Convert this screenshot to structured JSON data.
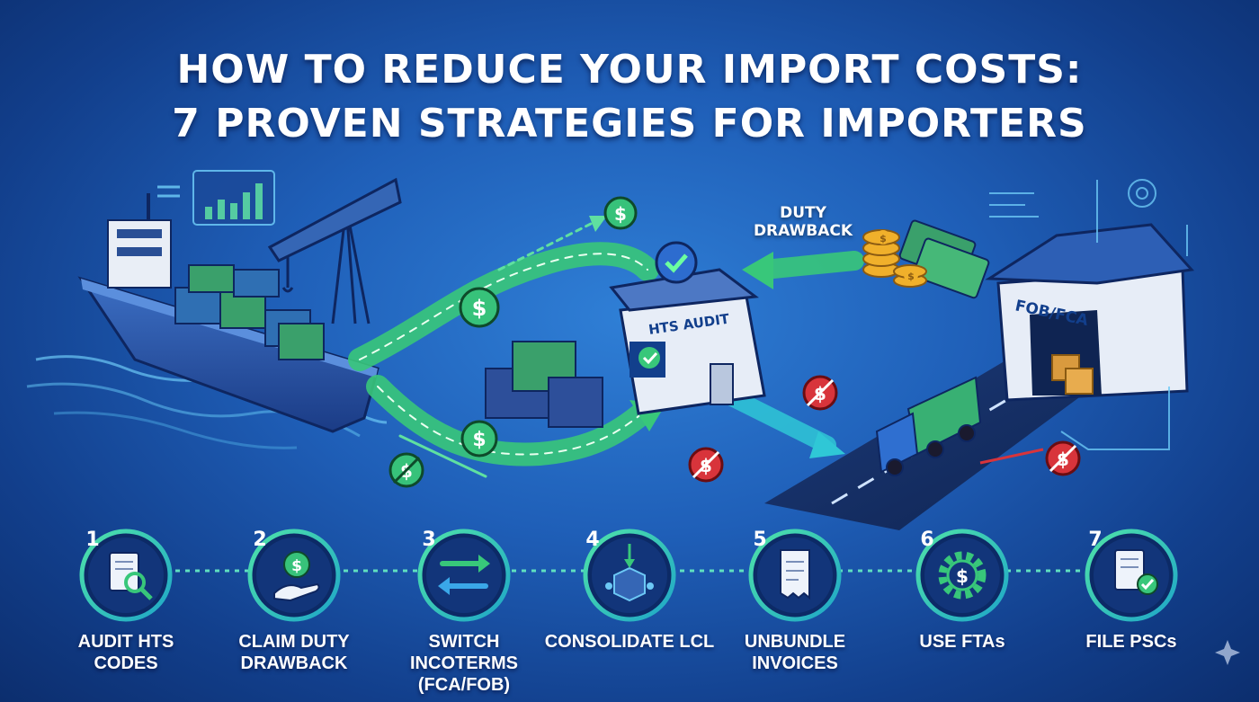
{
  "title": {
    "line1": "HOW TO REDUCE YOUR IMPORT COSTS:",
    "line2": "7 PROVEN STRATEGIES FOR IMPORTERS"
  },
  "illustration": {
    "hts_sign": "HTS AUDIT",
    "warehouse_sign": "FOB/FCA",
    "duty_drawback_line1": "DUTY",
    "duty_drawback_line2": "DRAWBACK",
    "currency_symbol": "$"
  },
  "steps": [
    {
      "number": "1",
      "label": "AUDIT HTS CODES",
      "icon": "document-magnifier-icon"
    },
    {
      "number": "2",
      "label": "CLAIM DUTY DRAWBACK",
      "icon": "hand-coin-icon"
    },
    {
      "number": "3",
      "label": "SWITCH INCOTERMS (FCA/FOB)",
      "icon": "swap-arrows-icon"
    },
    {
      "number": "4",
      "label": "CONSOLIDATE LCL",
      "icon": "consolidate-box-icon"
    },
    {
      "number": "5",
      "label": "UNBUNDLE INVOICES",
      "icon": "invoice-icon"
    },
    {
      "number": "6",
      "label": "USE FTAs",
      "icon": "gear-dollar-icon"
    },
    {
      "number": "7",
      "label": "FILE PSCs",
      "icon": "document-check-icon"
    }
  ],
  "colors": {
    "background": "#1f5fb8",
    "accent_green": "#3fd67a",
    "ring_teal": "#2bd3b0",
    "no_cost_red": "#d8343b"
  }
}
